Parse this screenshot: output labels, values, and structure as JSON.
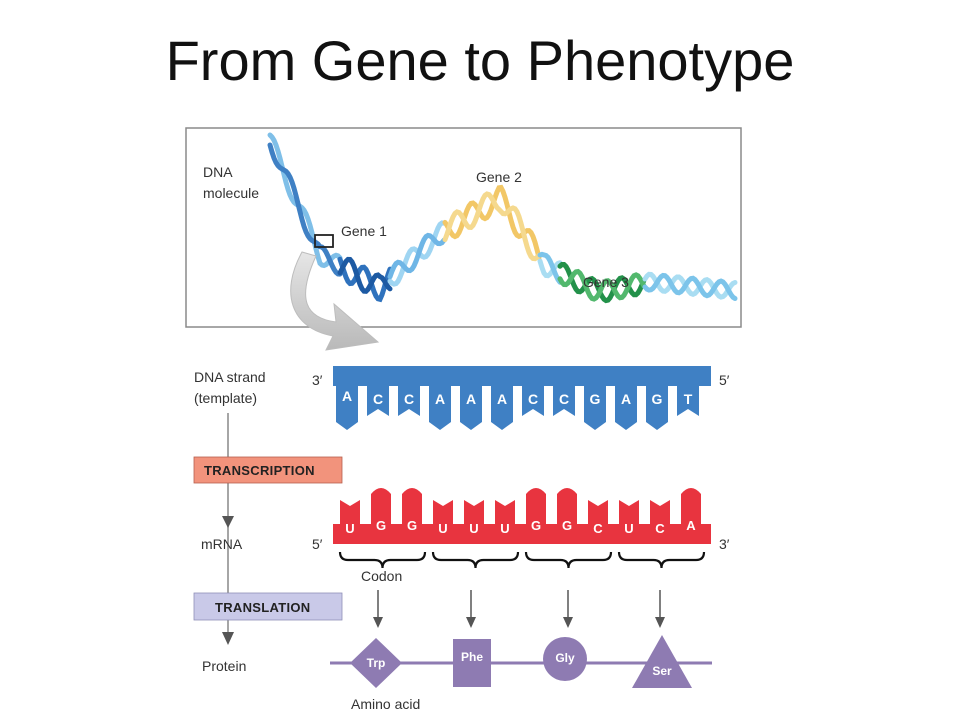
{
  "title": "From Gene to Phenotype",
  "dna_panel": {
    "dna_label_line1": "DNA",
    "dna_label_line2": "molecule",
    "gene1": "Gene 1",
    "gene2": "Gene 2",
    "gene3": "Gene 3"
  },
  "labels": {
    "dna_strand_line1": "DNA strand",
    "dna_strand_line2": "(template)",
    "transcription": "TRANSCRIPTION",
    "mrna": "mRNA",
    "translation": "TRANSLATION",
    "protein": "Protein",
    "codon": "Codon",
    "amino_acid": "Amino acid"
  },
  "dna_strand": {
    "left_end": "3′",
    "right_end": "5′",
    "bases": [
      "A",
      "C",
      "C",
      "A",
      "A",
      "A",
      "C",
      "C",
      "G",
      "A",
      "G",
      "T"
    ]
  },
  "mrna_strand": {
    "left_end": "5′",
    "right_end": "3′",
    "bases": [
      "U",
      "G",
      "G",
      "U",
      "U",
      "U",
      "G",
      "G",
      "C",
      "U",
      "C",
      "A"
    ]
  },
  "amino_acids": [
    {
      "name": "Trp",
      "shape": "diamond"
    },
    {
      "name": "Phe",
      "shape": "square"
    },
    {
      "name": "Gly",
      "shape": "circle"
    },
    {
      "name": "Ser",
      "shape": "triangle"
    }
  ],
  "colors": {
    "dna_blue": "#3f80c4",
    "mrna_red": "#e8343f",
    "transcription_box": "#f2937c",
    "translation_box": "#c9c9e8",
    "amino_acid": "#8e7bb2",
    "gene1": "#2f72bd",
    "gene2": "#f2c766",
    "gene3": "#23914a"
  }
}
